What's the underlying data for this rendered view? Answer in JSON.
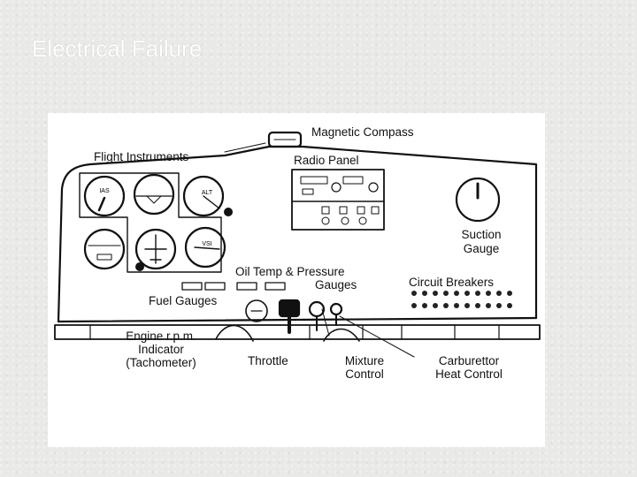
{
  "slide": {
    "title": "Electrical Failure"
  },
  "diagram": {
    "labels": {
      "magnetic_compass": "Magnetic Compass",
      "flight_instruments": "Flight Instruments",
      "radio_panel": "Radio Panel",
      "suction_gauge_1": "Suction",
      "suction_gauge_2": "Gauge",
      "oil_temp_1": "Oil Temp & Pressure",
      "oil_temp_2": "Gauges",
      "circuit_breakers": "Circuit Breakers",
      "fuel_gauges": "Fuel Gauges",
      "engine_rpm_1": "Engine r.p.m.",
      "engine_rpm_2": "Indicator",
      "engine_rpm_3": "(Tachometer)",
      "throttle": "Throttle",
      "mixture_1": "Mixture",
      "mixture_2": "Control",
      "carb_heat_1": "Carburettor",
      "carb_heat_2": "Heat Control"
    },
    "instrument_marks": {
      "ias": "IAS",
      "alt": "ALT",
      "vsi": "VSI"
    }
  }
}
